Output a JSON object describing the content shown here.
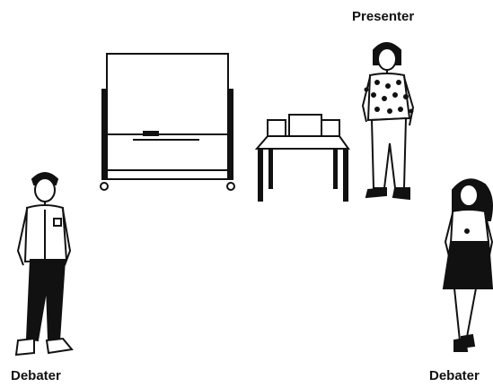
{
  "labels": {
    "presenter": "Presenter",
    "debater_left": "Debater",
    "debater_right": "Debater"
  },
  "colors": {
    "ink": "#111111",
    "paper": "#ffffff"
  }
}
